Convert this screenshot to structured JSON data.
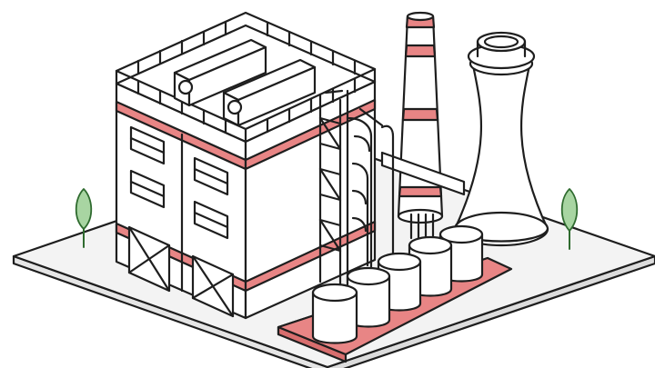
{
  "illustration": {
    "subject": "isometric-power-plant",
    "palette": {
      "line": "#1e1e1e",
      "accent": "#e88585",
      "fill": "#ffffff",
      "ground": "#f2f2f2",
      "ground_edge": "#dcdcdc",
      "tree": "#a8d5a2",
      "tree_line": "#2f6b2f"
    },
    "elements": [
      "ground-platform",
      "main-building",
      "roof-units",
      "steel-ladder-frame",
      "pipework",
      "smokestack",
      "cooling-tower",
      "storage-tanks",
      "tank-platform",
      "trees"
    ]
  }
}
